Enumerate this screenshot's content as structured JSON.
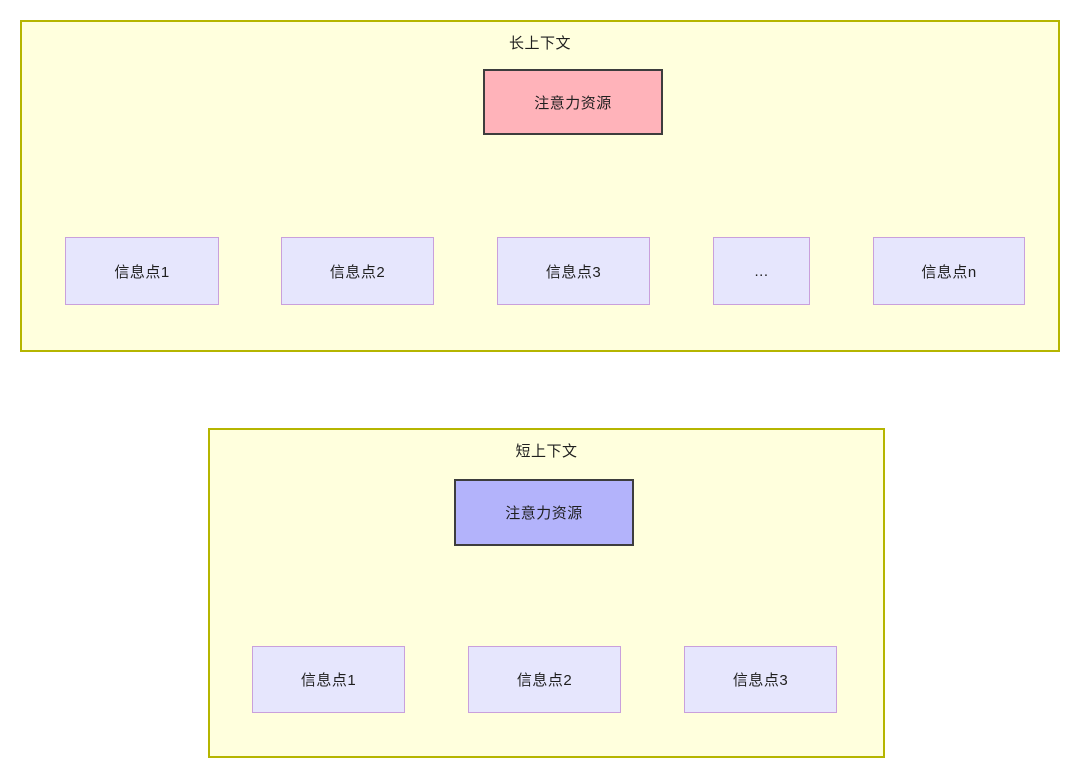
{
  "diagram": {
    "type": "flowchart",
    "background": "#ffffff",
    "colors": {
      "panel_fill": "#ffffdd",
      "panel_border": "#b5b500",
      "attention_long_fill": "#ffb3ba",
      "attention_short_fill": "#b3b3fb",
      "node_border_dark": "#3d3d3d",
      "info_fill": "#e6e6fd",
      "info_border": "#c9a0dc",
      "edge": "#333333",
      "text": "#1f1f1f"
    },
    "panels": [
      {
        "id": "long-context",
        "title": "长上下文",
        "root": {
          "id": "attn-long",
          "label": "注意力资源"
        },
        "children": [
          {
            "id": "long-info-1",
            "label": "信息点1"
          },
          {
            "id": "long-info-2",
            "label": "信息点2"
          },
          {
            "id": "long-info-3",
            "label": "信息点3"
          },
          {
            "id": "long-info-4",
            "label": "..."
          },
          {
            "id": "long-info-5",
            "label": "信息点n"
          }
        ]
      },
      {
        "id": "short-context",
        "title": "短上下文",
        "root": {
          "id": "attn-short",
          "label": "注意力资源"
        },
        "children": [
          {
            "id": "short-info-1",
            "label": "信息点1"
          },
          {
            "id": "short-info-2",
            "label": "信息点2"
          },
          {
            "id": "short-info-3",
            "label": "信息点3"
          }
        ]
      }
    ]
  }
}
